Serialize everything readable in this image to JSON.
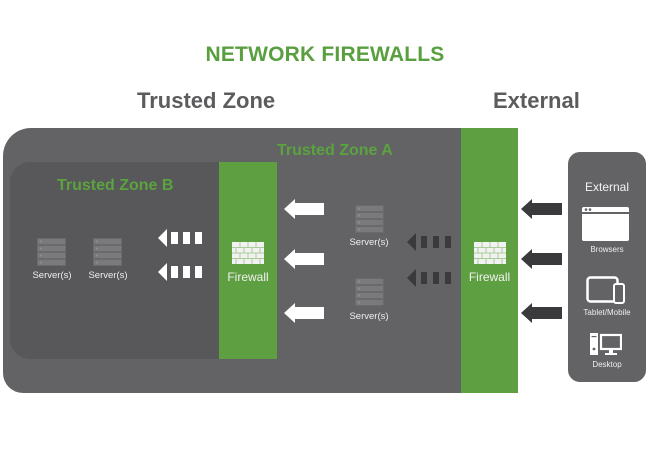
{
  "title": "NETWORK FIREWALLS",
  "sections": {
    "trusted": "Trusted Zone",
    "external": "External"
  },
  "zones": {
    "zone_a": "Trusted Zone A",
    "zone_b": "Trusted Zone B"
  },
  "firewalls": {
    "inner_label": "Firewall",
    "outer_label": "Firewall"
  },
  "servers": {
    "zone_b": [
      {
        "label": "Server(s)"
      },
      {
        "label": "Server(s)"
      }
    ],
    "zone_a": [
      {
        "label": "Server(s)"
      },
      {
        "label": "Server(s)"
      }
    ]
  },
  "external_panel": {
    "title": "External",
    "clients": [
      {
        "icon": "browser-icon",
        "label": "Browsers"
      },
      {
        "icon": "tablet-mobile-icon",
        "label": "Tablet/Mobile"
      },
      {
        "icon": "desktop-icon",
        "label": "Desktop"
      }
    ]
  },
  "colors": {
    "brand_green": "#5e9f41",
    "title_green": "#5a9f3f",
    "panel_gray": "#636365",
    "inner_gray": "#58585a",
    "heading_gray": "#5c5c5e"
  }
}
